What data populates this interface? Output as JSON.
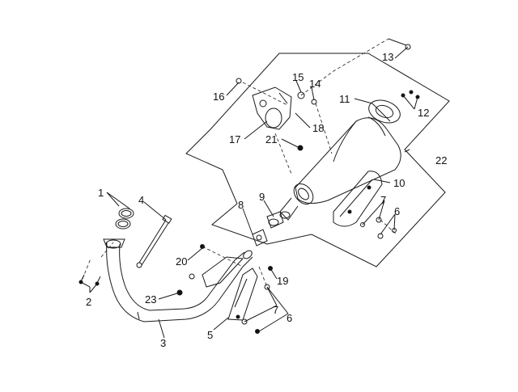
{
  "diagram": {
    "callouts": [
      {
        "id": "c1",
        "label": "1"
      },
      {
        "id": "c2",
        "label": "2"
      },
      {
        "id": "c3",
        "label": "3"
      },
      {
        "id": "c4",
        "label": "4"
      },
      {
        "id": "c5",
        "label": "5"
      },
      {
        "id": "c6a",
        "label": "6"
      },
      {
        "id": "c6b",
        "label": "6"
      },
      {
        "id": "c7a",
        "label": "7"
      },
      {
        "id": "c7b",
        "label": "7"
      },
      {
        "id": "c8",
        "label": "8"
      },
      {
        "id": "c9",
        "label": "9"
      },
      {
        "id": "c10",
        "label": "10"
      },
      {
        "id": "c11",
        "label": "11"
      },
      {
        "id": "c12",
        "label": "12"
      },
      {
        "id": "c13",
        "label": "13"
      },
      {
        "id": "c14",
        "label": "14"
      },
      {
        "id": "c15",
        "label": "15"
      },
      {
        "id": "c16",
        "label": "16"
      },
      {
        "id": "c17",
        "label": "17"
      },
      {
        "id": "c18",
        "label": "18"
      },
      {
        "id": "c19",
        "label": "19"
      },
      {
        "id": "c20",
        "label": "20"
      },
      {
        "id": "c21",
        "label": "21"
      },
      {
        "id": "c22",
        "label": "22"
      },
      {
        "id": "c23",
        "label": "23"
      }
    ]
  }
}
